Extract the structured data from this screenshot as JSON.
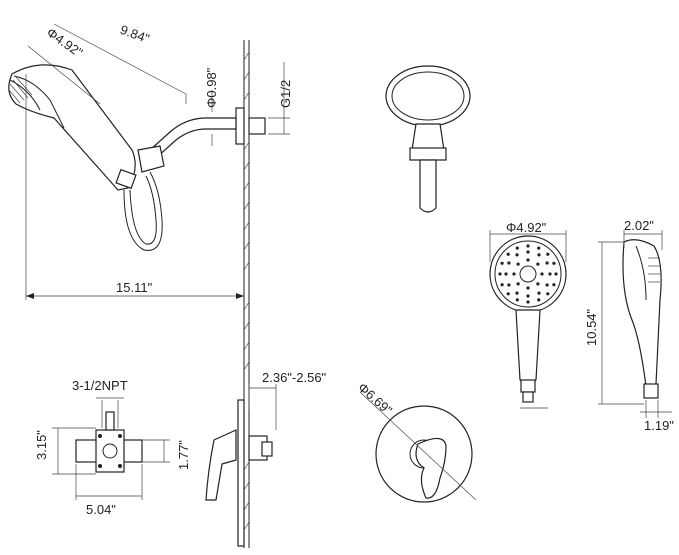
{
  "diagram": {
    "line_color": "#222222",
    "background": "#ffffff",
    "dimensions": {
      "head_diameter": "Φ4.92\"",
      "head_length": "9.84\"",
      "arm_diameter": "Φ0.98\"",
      "thread_size": "G1/2",
      "total_reach": "15.11\"",
      "valve_inlet": "3-1/2NPT",
      "valve_height": "3.15\"",
      "valve_depth": "1.77\"",
      "valve_width": "5.04\"",
      "wall_depth": "2.36\"-2.56\"",
      "trim_diameter": "Φ6.69\"",
      "handheld_diameter": "Φ4.92\"",
      "handheld_length": "10.54\"",
      "handheld_depth": "2.02\"",
      "handle_width": "1.19\""
    }
  }
}
